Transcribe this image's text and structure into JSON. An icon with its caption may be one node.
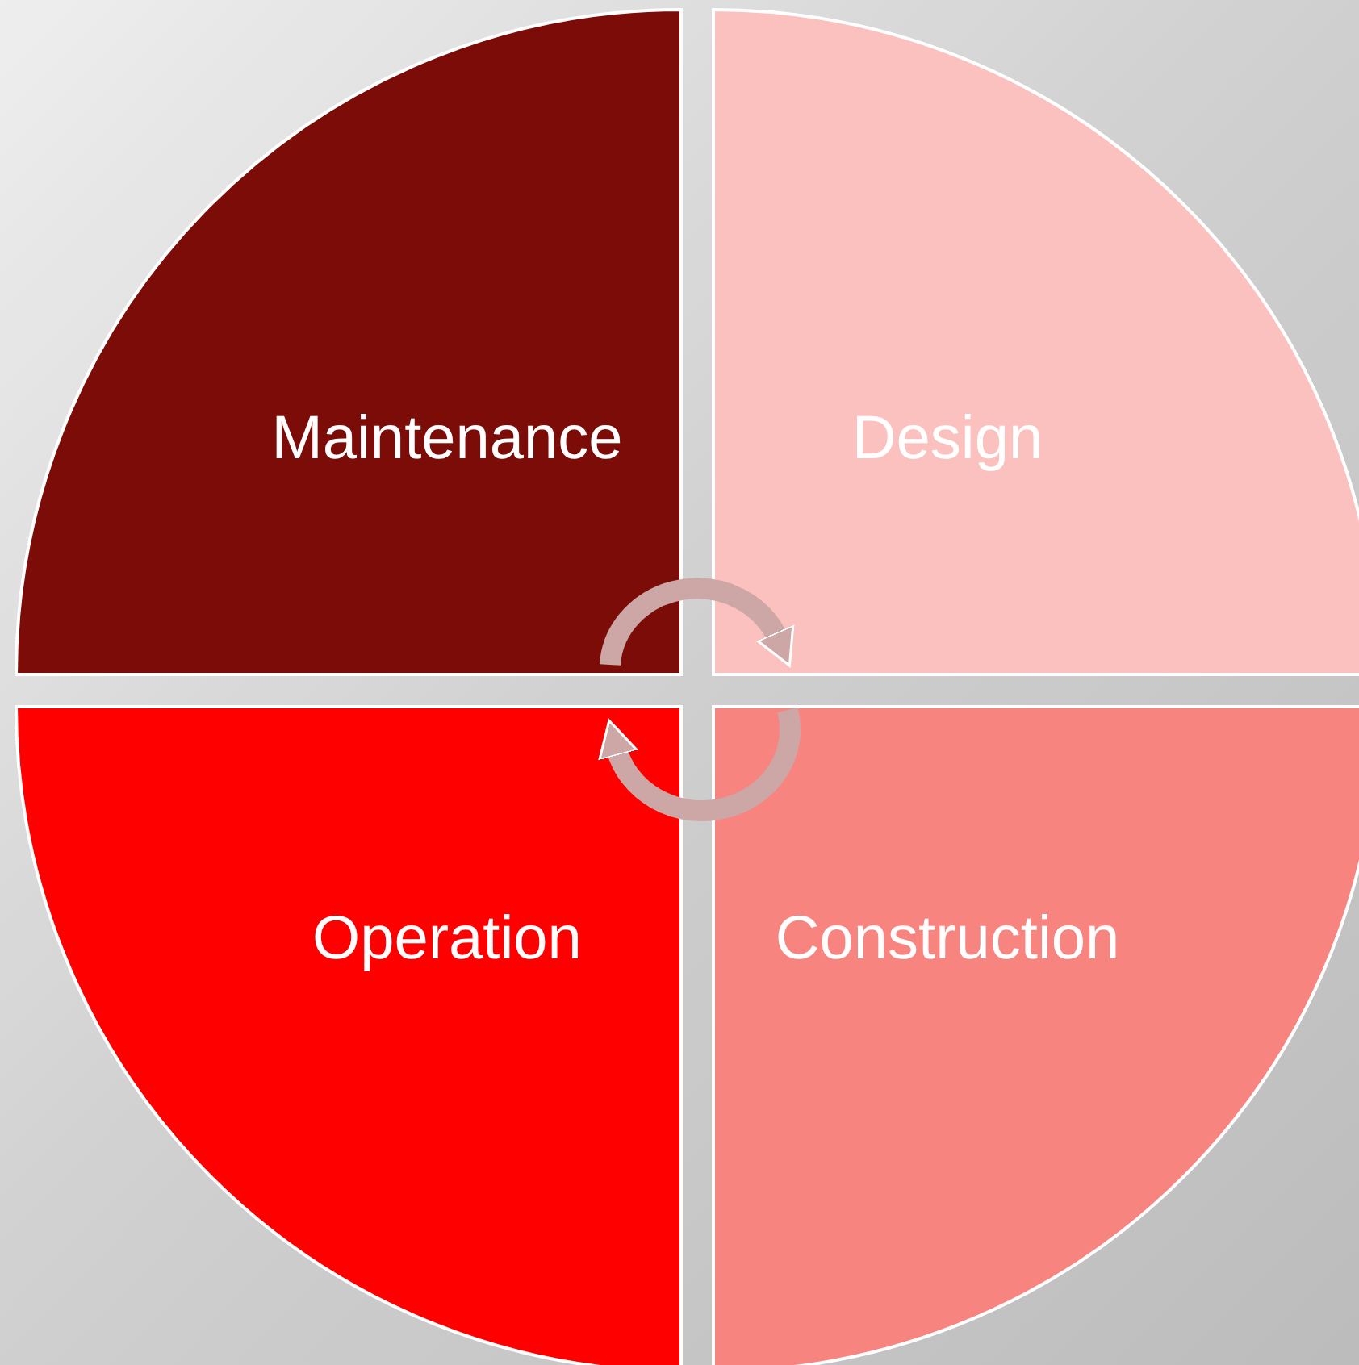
{
  "diagram": {
    "nodes": [
      {
        "text": [
          "Maintenance"
        ]
      },
      {
        "text": [
          "Design"
        ]
      },
      {
        "text": [
          "Operation"
        ]
      },
      {
        "text": [
          "Construction"
        ]
      }
    ],
    "edges": [
      {
        "from": 0,
        "to": 1,
        "arrow": "to",
        "color": "#cda6a6"
      },
      {
        "from": 3,
        "to": 2,
        "arrow": "to",
        "color": "#cda6a6"
      }
    ]
  }
}
